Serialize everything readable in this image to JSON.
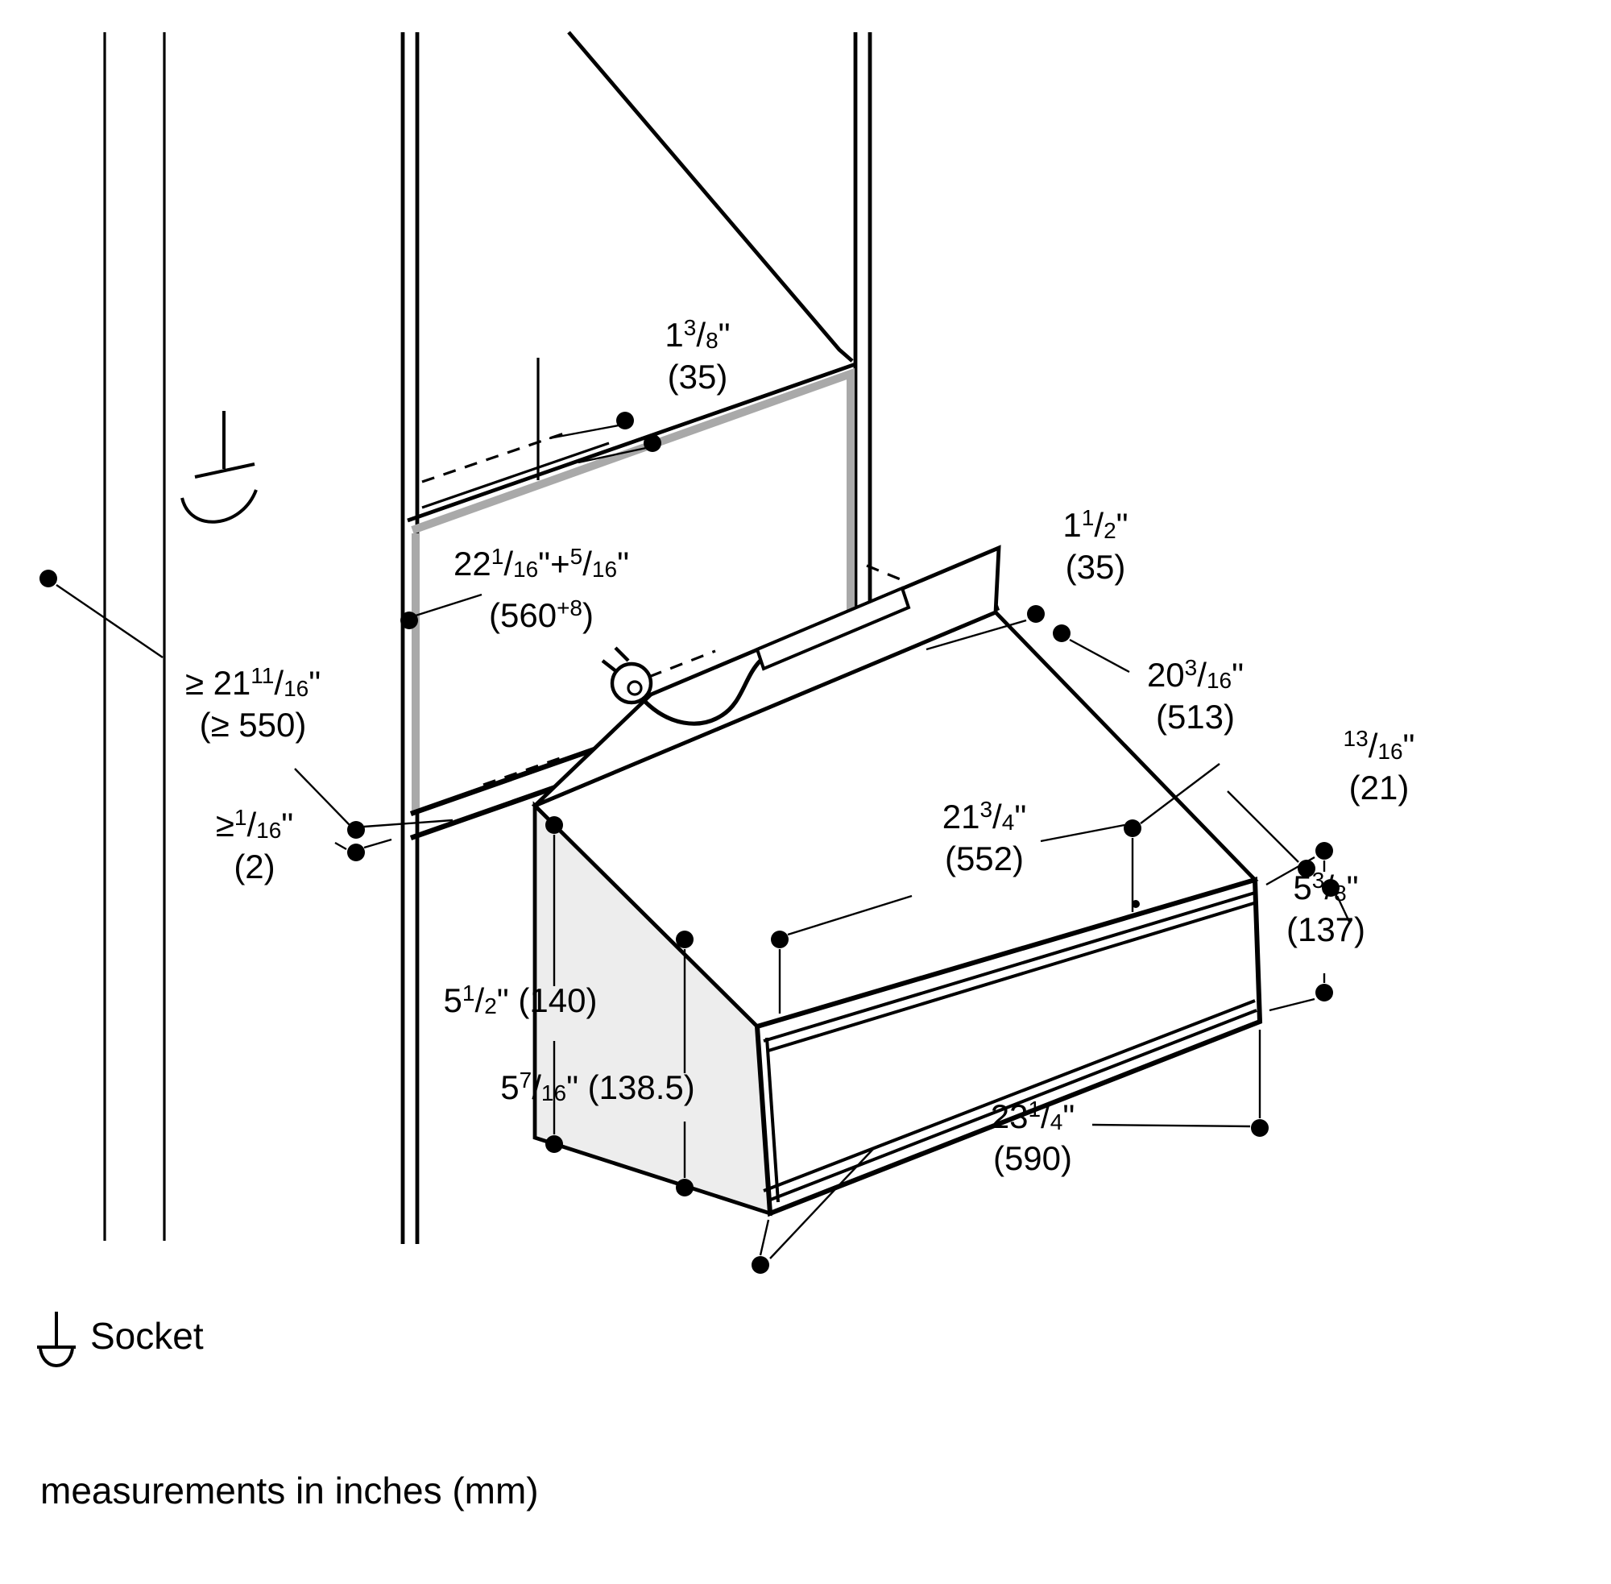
{
  "diagram": {
    "colors": {
      "line": "#000000",
      "niche_highlight": "#a9a9a9",
      "side_face": "#ededed"
    },
    "legend": {
      "socket_label": "Socket"
    },
    "footer": "measurements in inches (mm)",
    "labels": {
      "niche_rear_clearance": {
        "line1": [
          {
            "t": "1"
          },
          {
            "t": "3",
            "s": "sup"
          },
          {
            "t": "/"
          },
          {
            "t": "8",
            "s": "sub"
          },
          {
            "t": "\""
          }
        ],
        "line2": [
          {
            "t": "(35)"
          }
        ]
      },
      "niche_width": {
        "line1": [
          {
            "t": "22"
          },
          {
            "t": "1",
            "s": "sup"
          },
          {
            "t": "/"
          },
          {
            "t": "16",
            "s": "sub"
          },
          {
            "t": "\""
          },
          {
            "t": "+"
          },
          {
            "t": "5",
            "s": "sup"
          },
          {
            "t": "/"
          },
          {
            "t": "16",
            "s": "sub"
          },
          {
            "t": "\""
          }
        ],
        "line2": [
          {
            "t": "(560"
          },
          {
            "t": "+8",
            "s": "sup"
          },
          {
            "t": ")"
          }
        ]
      },
      "niche_depth": {
        "line1": [
          {
            "t": "≥ 21"
          },
          {
            "t": "11",
            "s": "sup"
          },
          {
            "t": "/"
          },
          {
            "t": "16",
            "s": "sub"
          },
          {
            "t": "\""
          }
        ],
        "line2": [
          {
            "t": "(≥ 550)"
          }
        ]
      },
      "rear_gap": {
        "line1": [
          {
            "t": "≥"
          },
          {
            "t": "1",
            "s": "sup"
          },
          {
            "t": "/"
          },
          {
            "t": "16",
            "s": "sub"
          },
          {
            "t": "\""
          }
        ],
        "line2": [
          {
            "t": "(2)"
          }
        ]
      },
      "top_clearance": {
        "line1": [
          {
            "t": "1"
          },
          {
            "t": "1",
            "s": "sup"
          },
          {
            "t": "/"
          },
          {
            "t": "2",
            "s": "sub"
          },
          {
            "t": "\""
          }
        ],
        "line2": [
          {
            "t": "(35)"
          }
        ]
      },
      "body_depth": {
        "line1": [
          {
            "t": "20"
          },
          {
            "t": "3",
            "s": "sup"
          },
          {
            "t": "/"
          },
          {
            "t": "16",
            "s": "sub"
          },
          {
            "t": "\""
          }
        ],
        "line2": [
          {
            "t": "(513)"
          }
        ]
      },
      "panel_gap": {
        "line1": [
          {
            "t": "13",
            "s": "sup"
          },
          {
            "t": "/"
          },
          {
            "t": "16",
            "s": "sub"
          },
          {
            "t": "\""
          }
        ],
        "line2": [
          {
            "t": "(21)"
          }
        ]
      },
      "body_width": {
        "line1": [
          {
            "t": "21"
          },
          {
            "t": "3",
            "s": "sup"
          },
          {
            "t": "/"
          },
          {
            "t": "4",
            "s": "sub"
          },
          {
            "t": "\""
          }
        ],
        "line2": [
          {
            "t": "(552)"
          }
        ]
      },
      "panel_height": {
        "line1": [
          {
            "t": "5"
          },
          {
            "t": "3",
            "s": "sup"
          },
          {
            "t": "/"
          },
          {
            "t": "8",
            "s": "sub"
          },
          {
            "t": "\""
          }
        ],
        "line2": [
          {
            "t": "(137)"
          }
        ]
      },
      "height_overall": {
        "line1": [
          {
            "t": "5"
          },
          {
            "t": "1",
            "s": "sup"
          },
          {
            "t": "/"
          },
          {
            "t": "2",
            "s": "sub"
          },
          {
            "t": "\""
          },
          {
            "t": " (140)"
          }
        ]
      },
      "body_height": {
        "line1": [
          {
            "t": "5"
          },
          {
            "t": "7",
            "s": "sup"
          },
          {
            "t": "/"
          },
          {
            "t": "16",
            "s": "sub"
          },
          {
            "t": "\""
          },
          {
            "t": " (138.5)"
          }
        ]
      },
      "panel_width": {
        "line1": [
          {
            "t": "23"
          },
          {
            "t": "1",
            "s": "sup"
          },
          {
            "t": "/"
          },
          {
            "t": "4",
            "s": "sub"
          },
          {
            "t": "\""
          }
        ],
        "line2": [
          {
            "t": "(590)"
          }
        ]
      }
    }
  }
}
